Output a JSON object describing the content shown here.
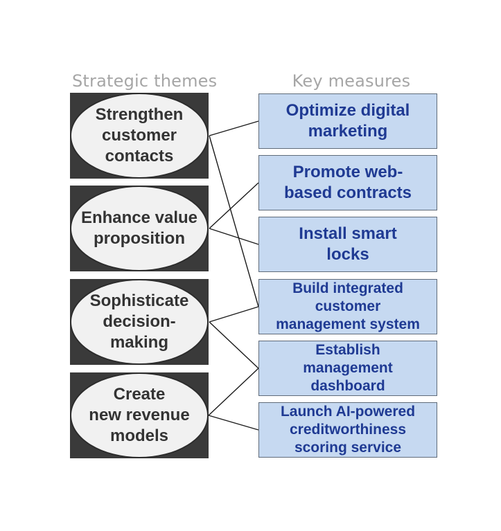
{
  "headers": {
    "left": "Strategic themes",
    "right": "Key measures"
  },
  "themes": [
    {
      "label": "Strengthen\ncustomer\ncontacts"
    },
    {
      "label": "Enhance value\nproposition"
    },
    {
      "label": "Sophisticate\ndecision-\nmaking"
    },
    {
      "label": "Create\nnew revenue\nmodels"
    }
  ],
  "measures": [
    {
      "label": "Optimize digital\nmarketing"
    },
    {
      "label": "Promote web-\nbased contracts"
    },
    {
      "label": "Install smart\nlocks"
    },
    {
      "label": "Build integrated\ncustomer\nmanagement system"
    },
    {
      "label": "Establish\nmanagement\ndashboard"
    },
    {
      "label": "Launch AI-powered\ncreditworthiness\nscoring service"
    }
  ],
  "links": [
    {
      "theme": 0,
      "measure": 0
    },
    {
      "theme": 0,
      "measure": 3
    },
    {
      "theme": 1,
      "measure": 1
    },
    {
      "theme": 1,
      "measure": 2
    },
    {
      "theme": 2,
      "measure": 3
    },
    {
      "theme": 2,
      "measure": 4
    },
    {
      "theme": 3,
      "measure": 4
    },
    {
      "theme": 3,
      "measure": 5
    }
  ],
  "colors": {
    "header_text": "#a6a6a6",
    "theme_box": "#3a3a3a",
    "theme_oval": "#f1f1f1",
    "theme_text": "#333333",
    "measure_fill": "#c6d9f1",
    "measure_text": "#1f3a93",
    "connector": "#1a1a1a"
  }
}
